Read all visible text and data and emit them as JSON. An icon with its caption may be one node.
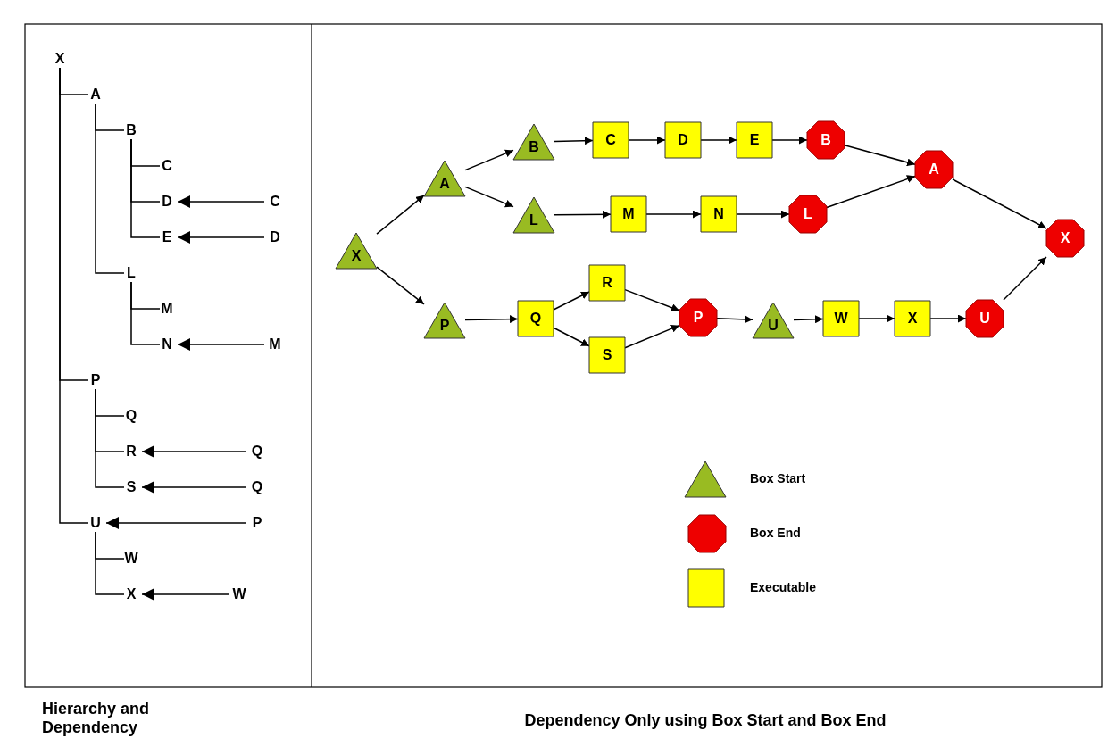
{
  "diagram": {
    "nodes": [
      {
        "text": [
          "X"
        ]
      },
      {
        "text": [
          "A"
        ]
      },
      {
        "text": [
          "B"
        ]
      },
      {
        "text": [
          "C"
        ]
      },
      {
        "text": [
          "D"
        ]
      },
      {
        "text": [
          "E"
        ]
      },
      {
        "text": [
          "L"
        ]
      },
      {
        "text": [
          "M"
        ]
      },
      {
        "text": [
          "N"
        ]
      },
      {
        "text": [
          "P"
        ]
      },
      {
        "text": [
          "Q"
        ]
      },
      {
        "text": [
          "R"
        ]
      },
      {
        "text": [
          "S"
        ]
      },
      {
        "text": [
          "U"
        ]
      },
      {
        "text": [
          "W"
        ]
      },
      {
        "text": [
          "X"
        ]
      },
      {
        "text": [
          "C"
        ]
      },
      {
        "text": [
          "D"
        ]
      },
      {
        "text": [
          "M"
        ]
      },
      {
        "text": [
          "Q"
        ]
      },
      {
        "text": [
          "Q"
        ]
      },
      {
        "text": [
          "P"
        ]
      },
      {
        "text": [
          "W"
        ]
      },
      {
        "text": [
          "X"
        ]
      },
      {
        "text": [
          "A"
        ]
      },
      {
        "text": [
          "B"
        ]
      },
      {
        "text": [
          "C"
        ]
      },
      {
        "text": [
          "D"
        ]
      },
      {
        "text": [
          "E"
        ]
      },
      {
        "text": [
          "B"
        ]
      },
      {
        "text": [
          "L"
        ]
      },
      {
        "text": [
          "M"
        ]
      },
      {
        "text": [
          "N"
        ]
      },
      {
        "text": [
          "L"
        ]
      },
      {
        "text": [
          "A"
        ]
      },
      {
        "text": [
          "X"
        ]
      },
      {
        "text": [
          "P"
        ]
      },
      {
        "text": [
          "Q"
        ]
      },
      {
        "text": [
          "R"
        ]
      },
      {
        "text": [
          "S"
        ]
      },
      {
        "text": [
          "P"
        ]
      },
      {
        "text": [
          "U"
        ]
      },
      {
        "text": [
          "W"
        ]
      },
      {
        "text": [
          "X"
        ]
      },
      {
        "text": [
          "U"
        ]
      }
    ],
    "edges": [
      {
        "from": 0,
        "to": 1,
        "arrow": "none"
      },
      {
        "from": 1,
        "to": 2,
        "arrow": "none"
      },
      {
        "from": 2,
        "to": 3,
        "arrow": "none"
      },
      {
        "from": 2,
        "to": 4,
        "arrow": "none"
      },
      {
        "from": 2,
        "to": 5,
        "arrow": "none"
      },
      {
        "from": 1,
        "to": 6,
        "arrow": "none"
      },
      {
        "from": 6,
        "to": 7,
        "arrow": "none"
      },
      {
        "from": 6,
        "to": 8,
        "arrow": "none"
      },
      {
        "from": 0,
        "to": 9,
        "arrow": "none"
      },
      {
        "from": 9,
        "to": 10,
        "arrow": "none"
      },
      {
        "from": 9,
        "to": 11,
        "arrow": "none"
      },
      {
        "from": 9,
        "to": 12,
        "arrow": "none"
      },
      {
        "from": 0,
        "to": 13,
        "arrow": "none"
      },
      {
        "from": 13,
        "to": 14,
        "arrow": "none"
      },
      {
        "from": 13,
        "to": 15,
        "arrow": "none"
      },
      {
        "from": 16,
        "to": 4,
        "arrow": "to"
      },
      {
        "from": 17,
        "to": 5,
        "arrow": "to"
      },
      {
        "from": 18,
        "to": 8,
        "arrow": "to"
      },
      {
        "from": 19,
        "to": 11,
        "arrow": "to"
      },
      {
        "from": 20,
        "to": 12,
        "arrow": "to"
      },
      {
        "from": 21,
        "to": 13,
        "arrow": "to"
      },
      {
        "from": 22,
        "to": 15,
        "arrow": "to"
      },
      {
        "from": 23,
        "to": 24,
        "arrow": "to"
      },
      {
        "from": 23,
        "to": 36,
        "arrow": "to"
      },
      {
        "from": 24,
        "to": 25,
        "arrow": "to"
      },
      {
        "from": 24,
        "to": 30,
        "arrow": "to"
      },
      {
        "from": 25,
        "to": 26,
        "arrow": "to"
      },
      {
        "from": 26,
        "to": 27,
        "arrow": "to"
      },
      {
        "from": 27,
        "to": 28,
        "arrow": "to"
      },
      {
        "from": 28,
        "to": 29,
        "arrow": "to"
      },
      {
        "from": 30,
        "to": 31,
        "arrow": "to"
      },
      {
        "from": 31,
        "to": 32,
        "arrow": "to"
      },
      {
        "from": 32,
        "to": 33,
        "arrow": "to"
      },
      {
        "from": 29,
        "to": 34,
        "arrow": "to"
      },
      {
        "from": 33,
        "to": 34,
        "arrow": "to"
      },
      {
        "from": 34,
        "to": 35,
        "arrow": "to"
      },
      {
        "from": 36,
        "to": 37,
        "arrow": "to"
      },
      {
        "from": 37,
        "to": 38,
        "arrow": "to"
      },
      {
        "from": 37,
        "to": 39,
        "arrow": "to"
      },
      {
        "from": 38,
        "to": 40,
        "arrow": "to"
      },
      {
        "from": 39,
        "to": 40,
        "arrow": "to"
      },
      {
        "from": 40,
        "to": 41,
        "arrow": "to"
      },
      {
        "from": 41,
        "to": 42,
        "arrow": "to"
      },
      {
        "from": 42,
        "to": 43,
        "arrow": "to"
      },
      {
        "from": 43,
        "to": 44,
        "arrow": "to"
      },
      {
        "from": 44,
        "to": 35,
        "arrow": "to"
      }
    ],
    "labels": [
      "Hierarchy and Dependency",
      "Dependency Only using Box Start and Box End"
    ],
    "legend": [
      {
        "text": "Box Start",
        "color": "#99bb22"
      },
      {
        "text": "Box End",
        "color": "#ee0000"
      },
      {
        "text": "Executable",
        "color": "#ffff00"
      }
    ]
  }
}
